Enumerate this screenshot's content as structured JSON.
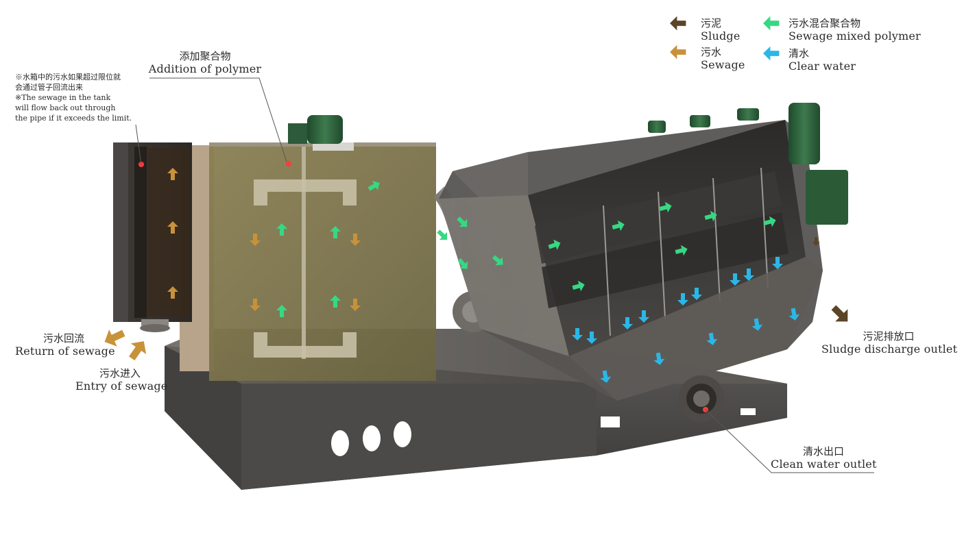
{
  "legend": [
    {
      "zh": "污泥",
      "en": "Sludge",
      "color": "#5b4526"
    },
    {
      "zh": "污水",
      "en": "Sewage",
      "color": "#c8923a"
    },
    {
      "zh": "污水混合聚合物",
      "en": "Sewage mixed polymer",
      "color": "#37d883"
    },
    {
      "zh": "清水",
      "en": "Clear water",
      "color": "#2ab7e8"
    }
  ],
  "callouts": {
    "polymer": {
      "zh": "添加聚合物",
      "en": "Addition of polymer"
    },
    "return": {
      "zh": "污水回流",
      "en": "Return of sewage"
    },
    "entry": {
      "zh": "污水进入",
      "en": "Entry of sewage"
    },
    "sludge_outlet": {
      "zh": "污泥排放口",
      "en": "Sludge discharge outlet"
    },
    "clean_outlet": {
      "zh": "清水出口",
      "en": "Clean water outlet"
    }
  },
  "note": {
    "zh1": "※水箱中的污水如果超过限位就",
    "zh2": "会通过管子回流出来",
    "en1": "※The sewage in the tank",
    "en2": "will flow back out through",
    "en3": "the pipe if it exceeds the limit."
  }
}
